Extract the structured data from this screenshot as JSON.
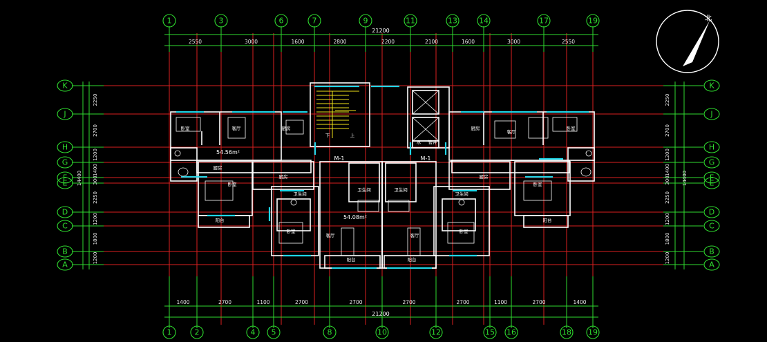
{
  "colors": {
    "background": "#000000",
    "axis_grid": "#dc1f1f",
    "axis_bubble": "#2fdc2f",
    "wall": "#ffffff",
    "window": "#1ed6e8",
    "stair": "#f0e21a",
    "dimension_text": "#e8e8e8"
  },
  "north_label": "北",
  "top_axes": [
    "1",
    "3",
    "6",
    "7",
    "9",
    "11",
    "13",
    "14",
    "17",
    "19"
  ],
  "bottom_axes": [
    "1",
    "2",
    "4",
    "5",
    "8",
    "10",
    "12",
    "15",
    "16",
    "18",
    "19"
  ],
  "side_axes": [
    "K",
    "J",
    "H",
    "G",
    "F",
    "E",
    "D",
    "C",
    "B",
    "A"
  ],
  "top_total": "21200",
  "top_dims": [
    "2550",
    "3000",
    "1600",
    "2800",
    "2200",
    "2100",
    "1600",
    "3000",
    "2550"
  ],
  "bottom_total": "21200",
  "bottom_dims": [
    "1400",
    "2700",
    "1100",
    "2700",
    "2700",
    "2700",
    "2700",
    "1100",
    "2700",
    "1400"
  ],
  "side_dims": [
    "2250",
    "2700",
    "1200",
    "1400",
    "300",
    "2250",
    "1200",
    "1800",
    "1200"
  ],
  "side_total": "14400",
  "areas": [
    "54.56m²",
    "54.08m²"
  ],
  "door_tags": [
    "M-1",
    "M-1"
  ],
  "stair_labels": [
    "下",
    "上"
  ],
  "rooms": {
    "bedroom": "卧室",
    "living": "客厅",
    "kitchen": "厨房",
    "toilet": "卫生间",
    "balcony": "阳台",
    "shaft": "管井",
    "pipe": "水"
  }
}
